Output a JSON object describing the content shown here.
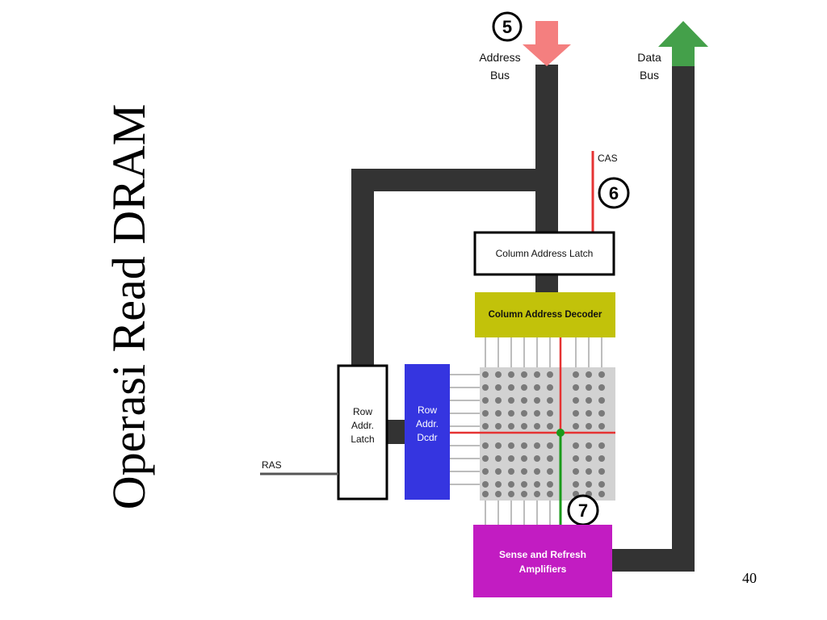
{
  "slide": {
    "title": "Operasi Read DRAM",
    "page_number": "40"
  },
  "diagram": {
    "address_bus": {
      "line1": "Address",
      "line2": "Bus"
    },
    "data_bus": {
      "line1": "Data",
      "line2": "Bus"
    },
    "cas_label": "CAS",
    "ras_label": "RAS",
    "column_address_latch": "Column Address Latch",
    "column_address_decoder": "Column Address Decoder",
    "row_addr_latch": {
      "line1": "Row",
      "line2": "Addr.",
      "line3": "Latch"
    },
    "row_addr_decoder": {
      "line1": "Row",
      "line2": "Addr.",
      "line3": "Dcdr"
    },
    "sense_amplifiers": {
      "line1": "Sense and Refresh",
      "line2": "Amplifiers"
    },
    "steps": [
      "5",
      "6",
      "7"
    ]
  },
  "colors": {
    "bus": "#333333",
    "address_arrow": "#f47f7f",
    "data_arrow": "#44a04a",
    "cas_line": "#e53333",
    "column_decoder": "#c2c20a",
    "row_decoder": "#3535e0",
    "sense_amplifiers": "#c21cc2",
    "select_line_red": "#e53333",
    "select_line_green": "#1a9a1a",
    "memory_cell": "#7a7a7a",
    "cell_array_bg": "#d2d2d2"
  }
}
